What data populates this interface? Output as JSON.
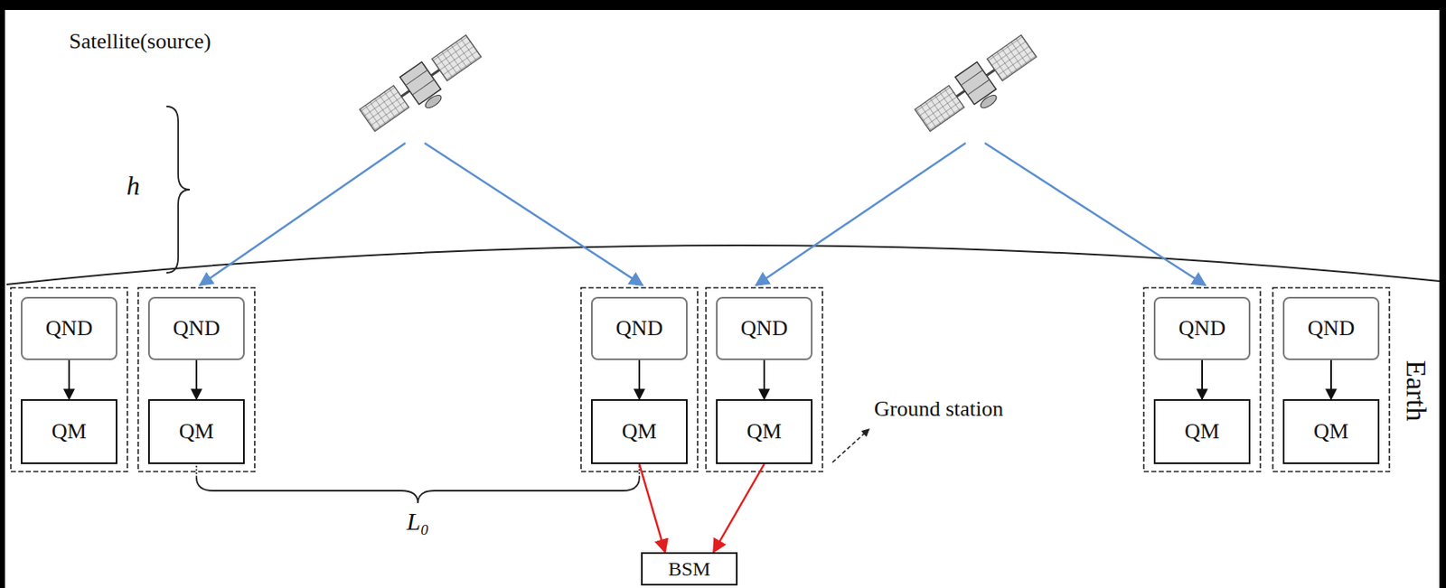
{
  "diagram": {
    "nodes": [
      {
        "text": [
          "QND"
        ]
      },
      {
        "text": [
          "QM"
        ]
      },
      {
        "text": [
          "QND"
        ]
      },
      {
        "text": [
          "QM"
        ]
      },
      {
        "text": [
          "QND"
        ]
      },
      {
        "text": [
          "QM"
        ]
      },
      {
        "text": [
          "QND"
        ]
      },
      {
        "text": [
          "QM"
        ]
      },
      {
        "text": [
          "QND"
        ]
      },
      {
        "text": [
          "QM"
        ]
      },
      {
        "text": [
          "QND"
        ]
      },
      {
        "text": [
          "QM"
        ]
      },
      {
        "text": [
          "BSM"
        ]
      }
    ],
    "edges": [
      {
        "from": 0,
        "to": 1,
        "arrow": "to"
      },
      {
        "from": 2,
        "to": 3,
        "arrow": "to"
      },
      {
        "from": 4,
        "to": 5,
        "arrow": "to"
      },
      {
        "from": 6,
        "to": 7,
        "arrow": "to"
      },
      {
        "from": 8,
        "to": 9,
        "arrow": "to"
      },
      {
        "from": 10,
        "to": 11,
        "arrow": "to"
      },
      {
        "from": 5,
        "to": 12,
        "arrow": "to"
      },
      {
        "from": 7,
        "to": 12,
        "arrow": "to"
      }
    ],
    "labels": [
      "Satellite(source)",
      "h",
      "Ground station",
      "Earth",
      "L₀"
    ]
  }
}
